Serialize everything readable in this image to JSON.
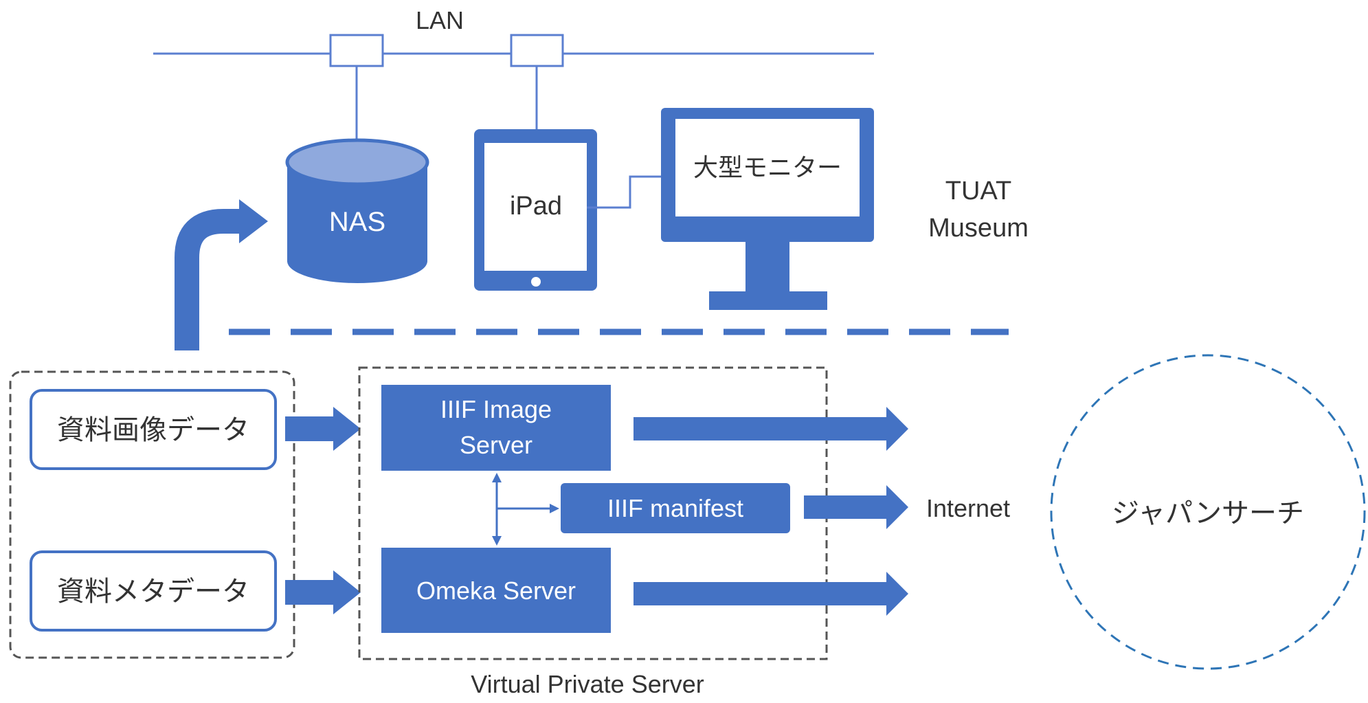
{
  "labels": {
    "lan": "LAN",
    "nas": "NAS",
    "ipad": "iPad",
    "monitor": "大型モニター",
    "museum_line1": "TUAT",
    "museum_line2": "Museum",
    "image_data": "資料画像データ",
    "meta_data": "資料メタデータ",
    "iiif_image_line1": "IIIF Image",
    "iiif_image_line2": "Server",
    "iiif_manifest": "IIIF manifest",
    "omeka": "Omeka Server",
    "internet": "Internet",
    "japan_search": "ジャパンサーチ",
    "vps": "Virtual Private Server"
  },
  "colors": {
    "primary_blue": "#4472c4",
    "line_blue": "#5b7fd0",
    "dashed_gray": "#555555",
    "circle_blue": "#2e75b6",
    "text_dark": "#333333"
  }
}
